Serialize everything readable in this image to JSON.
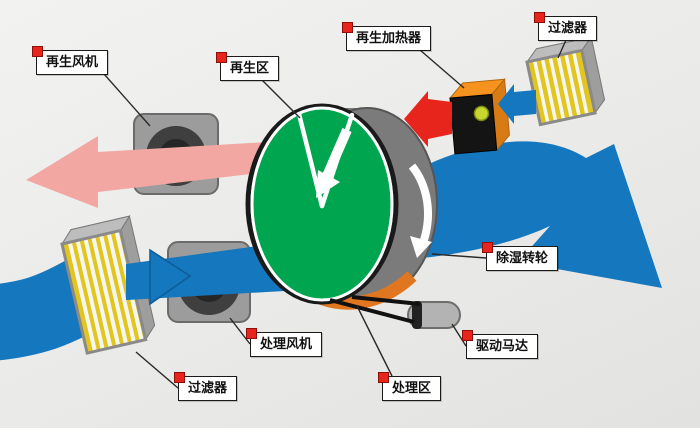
{
  "diagram": {
    "colors": {
      "process_air": "#1577be",
      "regen_exhaust": "#f2a7a2",
      "hot_air": "#e8251c",
      "wheel_face": "#00a550",
      "heater_orange": "#f6921e",
      "filter_yellow": "#e3c51f",
      "label_marker": "#e8251c"
    },
    "labels": [
      {
        "id": "regen-fan",
        "text": "再生风机"
      },
      {
        "id": "regen-zone",
        "text": "再生区"
      },
      {
        "id": "regen-heater",
        "text": "再生加热器"
      },
      {
        "id": "filter-top",
        "text": "过滤器"
      },
      {
        "id": "dehumid-wheel",
        "text": "除湿转轮"
      },
      {
        "id": "drive-motor",
        "text": "驱动马达"
      },
      {
        "id": "process-zone",
        "text": "处理区"
      },
      {
        "id": "process-fan",
        "text": "处理风机"
      },
      {
        "id": "filter-bottom",
        "text": "过滤器"
      }
    ]
  }
}
